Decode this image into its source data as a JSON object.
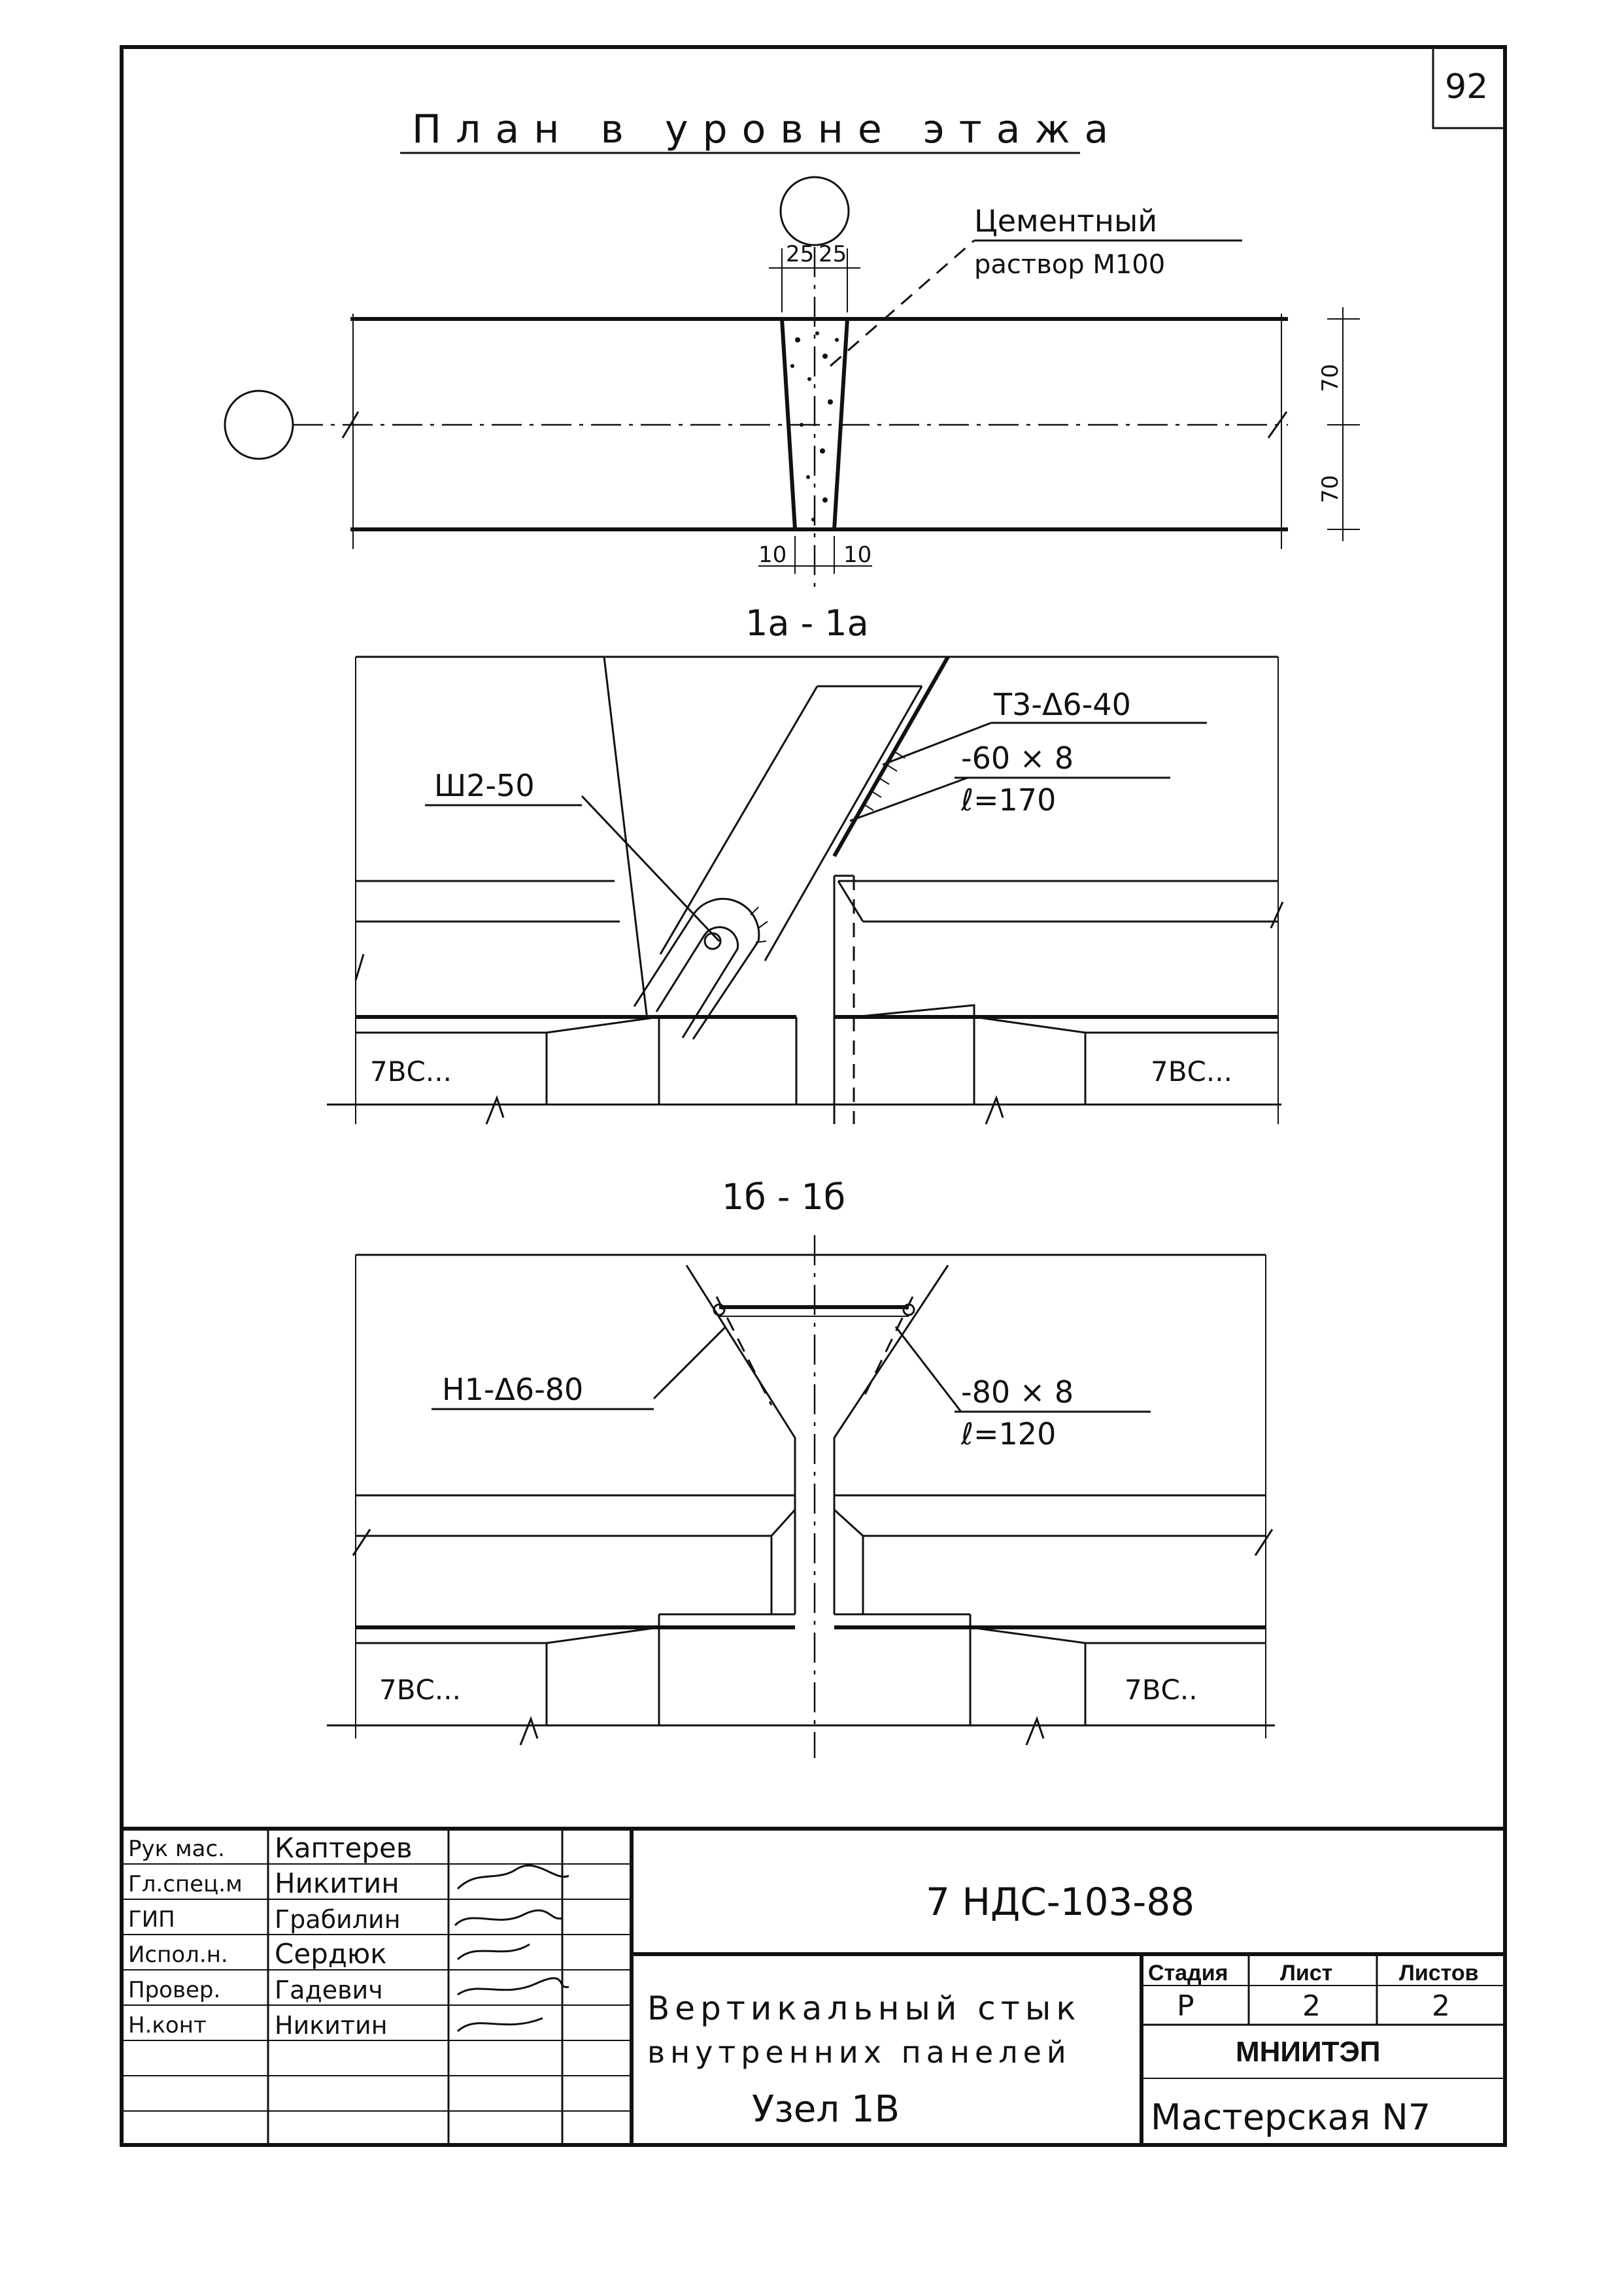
{
  "sheet": {
    "corner_number": "92",
    "plan_title": "План в уровне этажа",
    "leader_mortar_line1": "Цементный",
    "leader_mortar_line2": "раствор М100",
    "dim_25_left": "25",
    "dim_25_right": "25",
    "dim_70_top": "70",
    "dim_70_bottom": "70",
    "dim_10_left": "10",
    "dim_10_right": "10"
  },
  "section_a": {
    "title": "1а - 1а",
    "label_t3": "Т3-Δ6-40",
    "label_plate": "-60 × 8",
    "label_plate_len": "ℓ=170",
    "label_sh2": "Ш2-50",
    "panel_left": "7ВС...",
    "panel_right": "7ВС..."
  },
  "section_b": {
    "title": "1б - 1б",
    "label_n1": "Н1-Δ6-80",
    "label_plate": "-80 × 8",
    "label_plate_len": "ℓ=120",
    "panel_left": "7ВС...",
    "panel_right": "7ВС.."
  },
  "title_block": {
    "roles": [
      "Рук мас.",
      "Гл.спец.м",
      "ГИП",
      "Испол.н.",
      "Провер.",
      "Н.конт"
    ],
    "names": [
      "Каптерев",
      "Никитин",
      "Грабилин",
      "Сердюк",
      "Гадевич",
      "Никитин"
    ],
    "doc_code": "7 НДС-103-88",
    "description_line1": "Вертикальный стык",
    "description_line2": "внутренних панелей",
    "node": "Узел 1В",
    "stage_header": "Стадия",
    "sheet_header": "Лист",
    "sheets_header": "Листов",
    "stage_value": "Р",
    "sheet_value": "2",
    "sheets_value": "2",
    "org": "МНИИТЭП",
    "workshop": "Мастерская N7"
  }
}
